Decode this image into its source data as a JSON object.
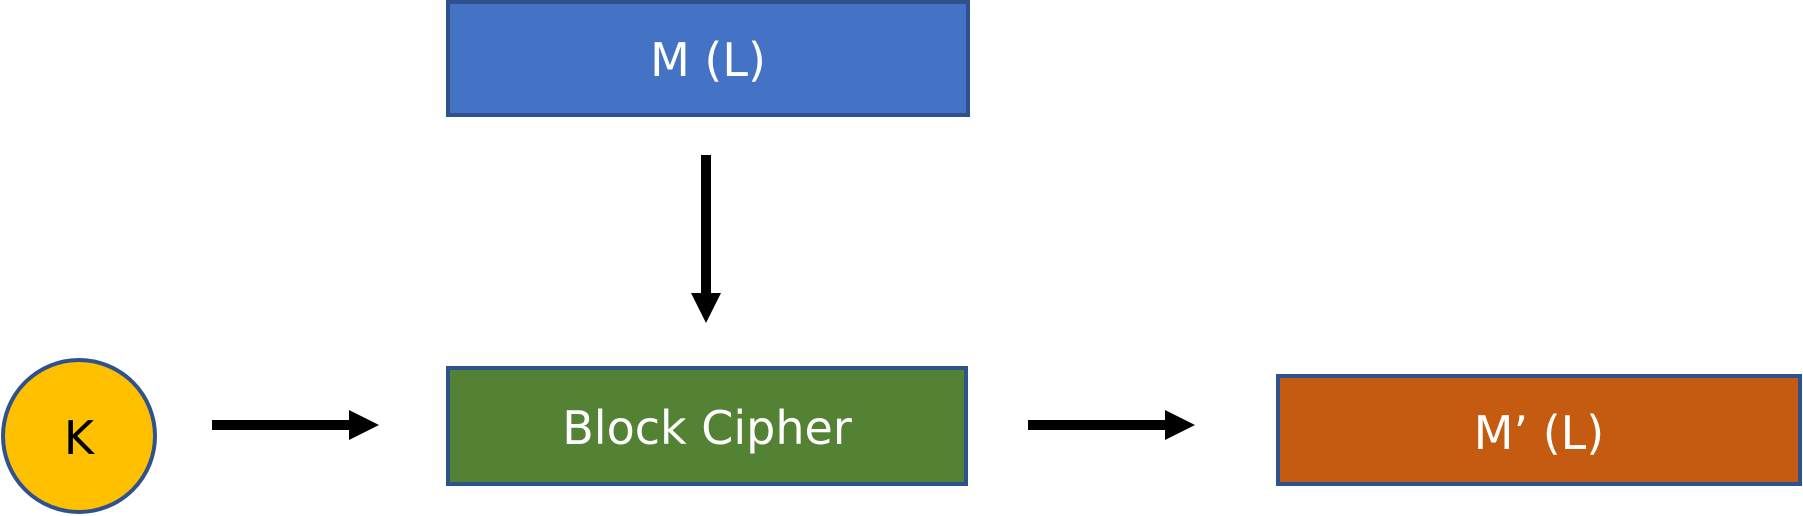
{
  "diagram": {
    "message_box": {
      "label": "M (L)",
      "fill": "#4472C4",
      "stroke": "#2F528F"
    },
    "key_circle": {
      "label": "K",
      "fill": "#FFC000",
      "stroke": "#2F528F"
    },
    "cipher_box": {
      "label": "Block Cipher",
      "fill": "#548235",
      "stroke": "#2F528F"
    },
    "output_box": {
      "label": "M’ (L)",
      "fill": "#C55A11",
      "stroke": "#2F528F"
    },
    "arrow_color": "#000000"
  }
}
